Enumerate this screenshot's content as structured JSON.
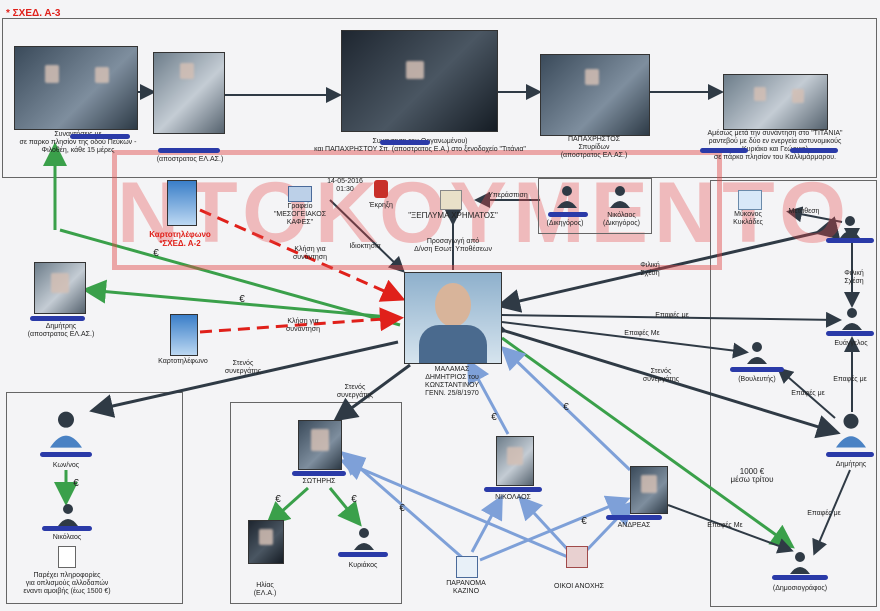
{
  "header": {
    "title": "* ΣΧΕΔ. Α-3",
    "watermark": "ΝΤΟΚΟΥΜΕΝΤΟ"
  },
  "top_row": {
    "caption_1": "Συναντήσεις  με\nσε παρκο πλησίον της οδού Πεύκων -\nΦιλοθέη, κάθε 15 μέρες",
    "caption_2": "(αποστρατος ΕΛ.ΑΣ.)",
    "caption_3": "Συναντηση του                    Οργανωμένου)\nκαι ΠΑΠΑΧΡΗΣΤΟΥ Σπ. (αποστρατος Ε.Α.) στο ξενοδοχείο \"Τιτάνια\"",
    "caption_4": "ΠΑΠΑΧΡΗΣΤΟΣ\nΣπυρίδων\n(αποστρατος ΕΛ.ΑΣ.)",
    "caption_5": "Αμέσως μετά την συνάντηση στο \"TITANIA\"\nραντεβού με δύο εν ενεργεία αστυνομικούς\nΚυριάκο και           Γεώργιο)\nσε πάρκο πλησίον του Καλλιμάρμαρου."
  },
  "mid_row": {
    "phone_booth_1": "Καρτοτηλέφωνο\n*ΣΧΕΔ. Α-2",
    "office": "Γραφείο\n\"ΜΕΣΟΓΕΙΑΚΟΣ ΚΑΦΕΣ\"",
    "date": "14-05-2016\n01:30",
    "explosion": "Έκρηξη",
    "money_laundering": "\"ΞΕΠΛΥΜΑ ΧΡΗΜΑΤΟΣ\"",
    "lawyer_1": "(Δικηγόρος)",
    "lawyer_2": "Νικόλαος\n(Δικηγόρος)",
    "mykonos": "Μύκονος\nΚυκλάδες"
  },
  "edges": {
    "meeting_call_1": "Κλήση για\nσυνάντηση",
    "meeting_call_2": "Κλήση για\nσυνάντηση",
    "ownership": "Ιδιοκτησία",
    "defence": "Υπεράσπιση",
    "proxy": "Προσαγωγή από\nΔ/νση Εσωτ. Υποθέσεων",
    "friendly_1": "Φιλική\nΣχέση",
    "friendly_2": "Φιλική\nΣχέση",
    "relocation": "Μετάθεση",
    "contact_1": "Επαφές με",
    "contact_2": "Επαφές Με",
    "contact_3": "Επαφές με",
    "contact_4": "Επαφές με",
    "contact_5": "Επαφές Με",
    "contact_6": "Επαφές με",
    "close_associate_1": "Στενός\nσυνεργάτης",
    "close_associate_2": "Στενός\nσυνεργάτης",
    "close_associate_3": "Στενός\nσυνεργάτης",
    "euro": "€",
    "thousand_euro": "1000 €\nμέσω τρίτου"
  },
  "people": {
    "dimitris_left": "Δημήτρης\n(αποστρατος ΕΛ.ΑΣ.)",
    "phone_booth_2": "Καρτοτηλέφωνο",
    "center": "ΜΑΛΑΜΑΣ\nΔΗΜΗΤΡΙΟΣ του\nΚΩΝΣΤΑΝΤΙΝΟΥ\nΓΕΝΝ. 25/8/1970",
    "kon": "Κων/νος",
    "nikolaos_left": "Νικόλαος",
    "info_note": "Παρέχει πληροφορίες\nγια οπλισμούς αλλοδαπών\nεναντι αμοιβής (έως 1500 €)",
    "sotiris": "ΣΩΤΗΡΗΣ",
    "ilias": "Ηλίας\n(ΕΛ.Α.)",
    "kyriakos": "Κυριάκος",
    "nikolaos_center": "ΝΙΚΟΛΑΟΣ",
    "andreas": "ΑΝΔΡΕΑΣ",
    "casino": "ΠΑΡΑΝΟΜΑ\nΚΑΖΙΝΟ",
    "brothels": "ΟΙΚΟΙ ΑΝΟΧΗΣ",
    "mp": "(Βουλευτής)",
    "evangelos": "Ευάγγελος",
    "dimitris_right": "Δημήτρης",
    "journalist": "(Δημοσιογράφος)"
  },
  "colors": {
    "green": "#3aa04a",
    "dark": "#2f3a45",
    "blue": "#7ea0d8",
    "red": "#e0201a",
    "redact": "#2a3aa8"
  }
}
